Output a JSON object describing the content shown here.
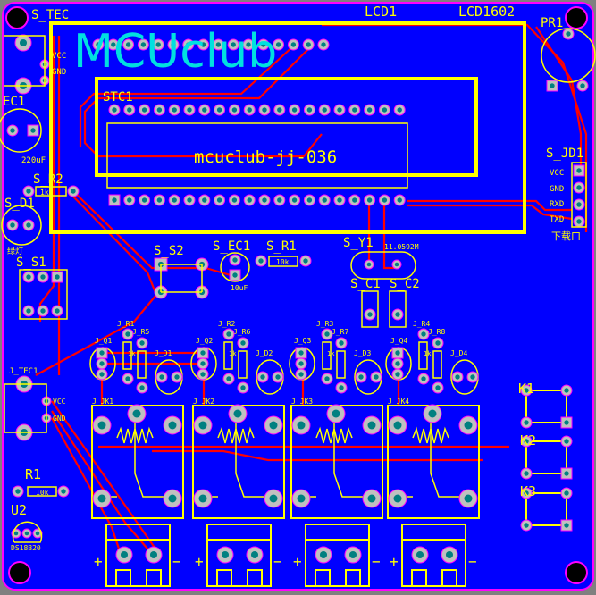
{
  "board": {
    "logo": "MCUclub",
    "chip_text": "mcuclub-jj-036",
    "colors": {
      "board": "#0000ff",
      "silk": "#ffff00",
      "trace": "#ff0000",
      "pad": "#c0c0c0",
      "outline": "#ff00ff",
      "logo": "#00e0e0"
    }
  },
  "labels": {
    "lcd1": "LCD1",
    "lcd1602": "LCD1602",
    "pr1": "PR1",
    "stc1": "STC1",
    "s_tec": "S_TEC",
    "tec_vcc": "VCC",
    "tec_gnd": "GND",
    "ec1": "EC1",
    "ec1_value": "220uF",
    "s_r2": "S_R2",
    "s_r2_value": "1k",
    "s_d1": "S_D1",
    "s_d1_note": "绿灯",
    "s_s1": "S_S1",
    "s_s2": "S_S2",
    "s_ec1": "S_EC1",
    "s_ec1_value": "10uF",
    "s_r1": "S_R1",
    "s_r1_value": "10k",
    "s_y1": "S_Y1",
    "s_y1_value": "11.0592M",
    "s_c1": "S_C1",
    "s_c2": "S_C2",
    "s_jd1": "S_JD1",
    "jd_pins": [
      "VCC",
      "GND",
      "RXD",
      "TXD"
    ],
    "jd_note": "下载口",
    "j_tec1": "J_TEC1",
    "j_tec_vcc": "VCC",
    "j_tec_gnd": "GND",
    "r1": "R1",
    "r1_value": "10k",
    "u2": "U2",
    "u2_value": "DS18B20",
    "k1": "K1",
    "k2": "K2",
    "k3": "K3"
  },
  "channels": [
    {
      "q": "J_Q1",
      "ra": "J_R1",
      "rb": "J_R5",
      "d": "J_D1",
      "jk": "J_JK1",
      "rv": "1k",
      "plus": "+",
      "minus": "−"
    },
    {
      "q": "J_Q2",
      "ra": "J_R2",
      "rb": "J_R6",
      "d": "J_D2",
      "jk": "J_JK2",
      "rv": "1k",
      "plus": "+",
      "minus": "−"
    },
    {
      "q": "J_Q3",
      "ra": "J_R3",
      "rb": "J_R7",
      "d": "J_D3",
      "jk": "J_JK3",
      "rv": "1k",
      "plus": "+",
      "minus": "−"
    },
    {
      "q": "J_Q4",
      "ra": "J_R4",
      "rb": "J_R8",
      "d": "J_D4",
      "jk": "J_JK4",
      "rv": "1k",
      "plus": "+",
      "minus": "−"
    }
  ]
}
